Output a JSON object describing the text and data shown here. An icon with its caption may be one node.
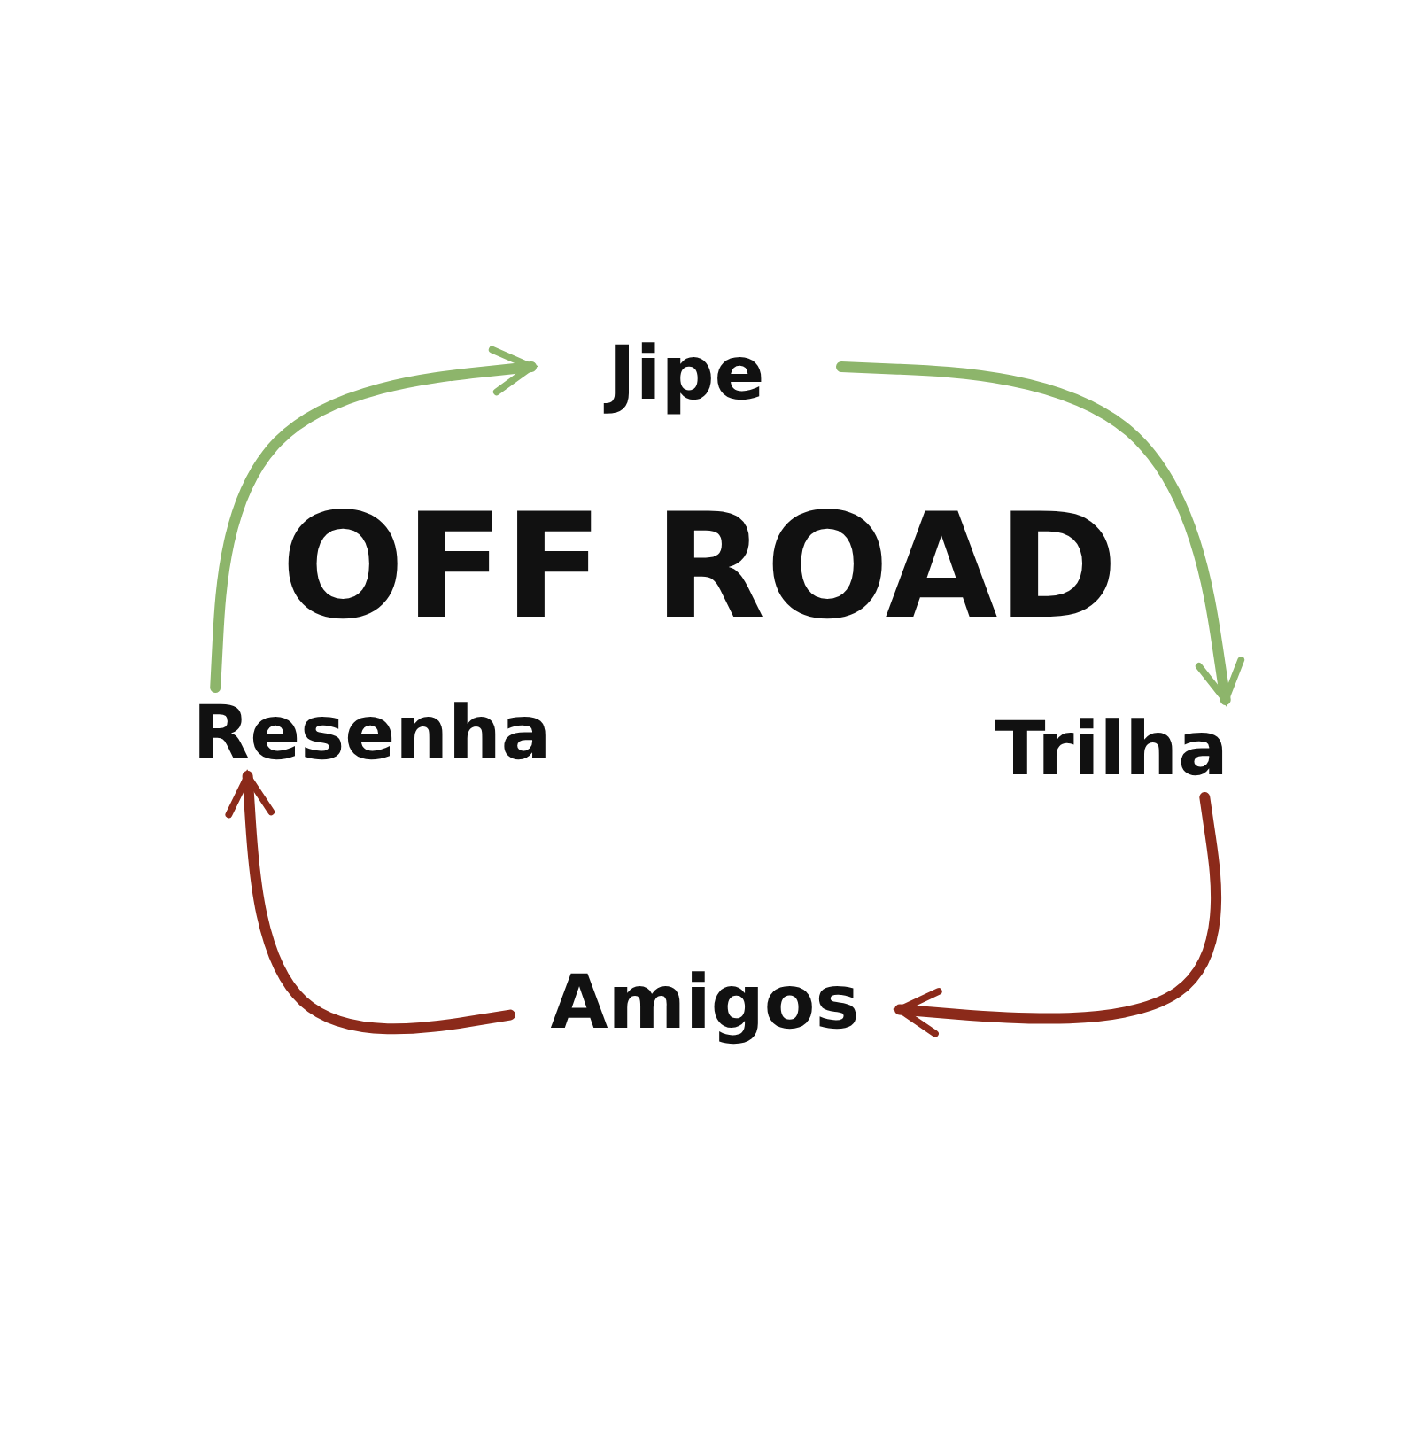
{
  "diagram": {
    "title": "OFF ROAD",
    "nodes": [
      {
        "text": [
          "Jipe"
        ]
      },
      {
        "text": [
          "Trilha"
        ]
      },
      {
        "text": [
          "Amigos"
        ]
      },
      {
        "text": [
          "Resenha"
        ]
      }
    ],
    "edges": [
      {
        "from": 3,
        "to": 0,
        "arrow": "to",
        "color": "#8db56b"
      },
      {
        "from": 0,
        "to": 1,
        "arrow": "to",
        "color": "#8db56b"
      },
      {
        "from": 1,
        "to": 2,
        "arrow": "to",
        "color": "#8b2a1a"
      },
      {
        "from": 2,
        "to": 3,
        "arrow": "to",
        "color": "#8b2a1a"
      }
    ]
  }
}
